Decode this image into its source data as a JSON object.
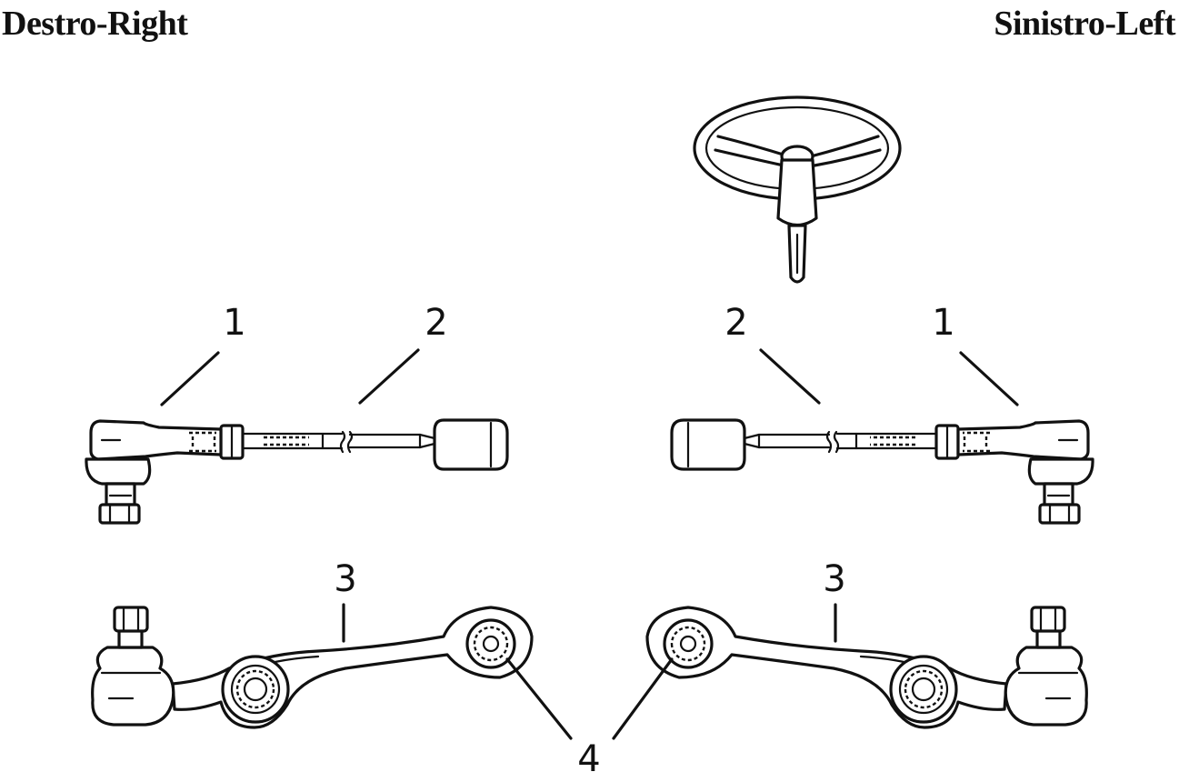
{
  "headings": {
    "right": "Destro-Right",
    "left": "Sinistro-Left"
  },
  "callouts": {
    "right_tie_rod_end": "1",
    "right_tie_rod": "2",
    "left_tie_rod_end": "1",
    "left_tie_rod": "2",
    "right_control_arm": "3",
    "left_control_arm": "3",
    "bushing": "4"
  }
}
